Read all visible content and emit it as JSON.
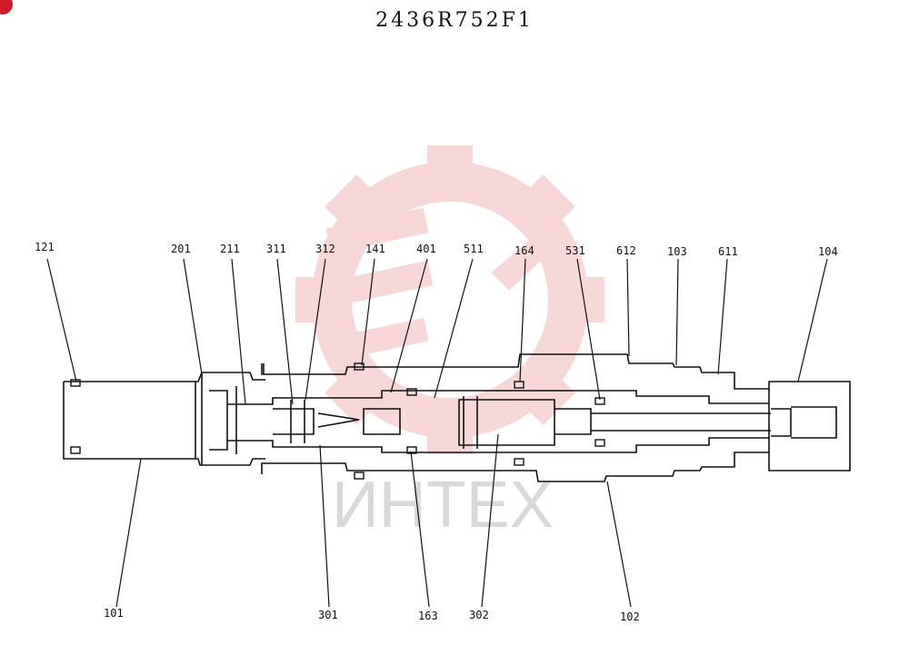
{
  "drawing_number": "2436R752F1",
  "watermark": {
    "text": "ИНТЕХ",
    "logo": "gear-wrench-logo"
  },
  "callouts": {
    "top": [
      "121",
      "201",
      "211",
      "311",
      "312",
      "141",
      "401",
      "511",
      "164",
      "531",
      "612",
      "103",
      "611",
      "104"
    ],
    "bottom": [
      "101",
      "301",
      "163",
      "302",
      "102"
    ]
  },
  "colors": {
    "line": "#111111",
    "watermark_logo": "#f2b8b8",
    "watermark_text": "#d9d9d9",
    "corner_mark": "#d21a2a"
  }
}
